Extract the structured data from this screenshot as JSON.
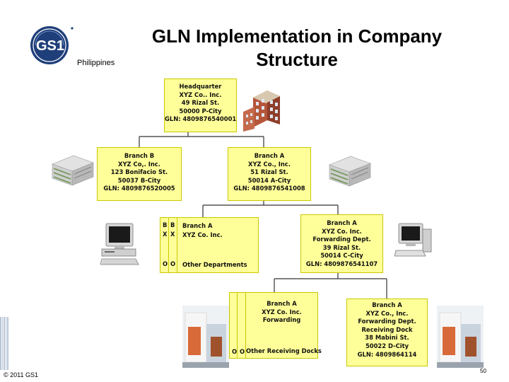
{
  "header": {
    "logo_text": "GS1",
    "region": "Philippines",
    "title_line1": "GLN Implementation in Company",
    "title_line2": "Structure"
  },
  "boxes": {
    "headquarter": [
      "Headquarter",
      "XYZ Co.. Inc.",
      "49 Rizal St.",
      "50000 P-City",
      "GLN: 4809876540001"
    ],
    "branch_b": [
      "Branch B",
      "XYZ Co,. Inc.",
      "123 Bonifacio St.",
      "50037 B-City",
      "GLN: 4809876520005"
    ],
    "branch_a": [
      "Branch A",
      "XYZ Co., Inc.",
      "51 Rizal St.",
      "50014 A-City",
      "GLN: 4809876541008"
    ],
    "other_departments": {
      "title": "Branch A",
      "company": "XYZ Co. Inc.",
      "footer": "Other Departments",
      "edge_letters": [
        "B",
        "X",
        "O"
      ]
    },
    "forwarding_dept": [
      "Branch A",
      "XYZ Co. Inc.",
      "Forwarding Dept.",
      "39 Rizal St.",
      "50014 C-City",
      "GLN: 4809876541107"
    ],
    "other_docks": {
      "lines": [
        "Branch A",
        "XYZ Co. Inc.",
        "Forwarding"
      ],
      "footer": "Other Receiving Docks",
      "edge_letter": "O"
    },
    "receiving_dock": [
      "Branch A",
      "XYZ Co., Inc.",
      "Forwarding Dept.",
      "Receiving Dock",
      "38 Mabini St.",
      "50022 D-City",
      "GLN: 4809864114"
    ]
  },
  "footer": {
    "copyright": "© 2011 GS1",
    "page_number": "50"
  },
  "colors": {
    "box_fill": "#ffff99",
    "box_border": "#c8c800",
    "logo_blue": "#1f3f7a",
    "connector": "#333333"
  }
}
